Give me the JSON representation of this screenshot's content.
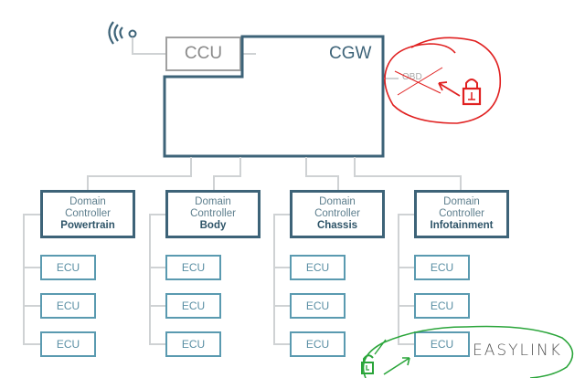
{
  "diagram": {
    "wireless_icon": "wifi-antenna-icon",
    "ccu": {
      "label": "CCU"
    },
    "cgw": {
      "label": "CGW"
    },
    "obd": {
      "label": "OBD",
      "status": "crossed-out"
    },
    "domain_controllers": [
      {
        "line1": "Domain",
        "line2": "Controller",
        "name": "Powertrain",
        "ecus": [
          "ECU",
          "ECU",
          "ECU"
        ]
      },
      {
        "line1": "Domain",
        "line2": "Controller",
        "name": "Body",
        "ecus": [
          "ECU",
          "ECU",
          "ECU"
        ]
      },
      {
        "line1": "Domain",
        "line2": "Controller",
        "name": "Chassis",
        "ecus": [
          "ECU",
          "ECU",
          "ECU"
        ]
      },
      {
        "line1": "Domain",
        "line2": "Controller",
        "name": "Infotainment",
        "ecus": [
          "ECU",
          "ECU",
          "ECU"
        ]
      }
    ],
    "annotations": {
      "red": {
        "icon": "locked-padlock-icon",
        "color": "#e02020",
        "target": "OBD"
      },
      "green": {
        "icon": "unlocked-padlock-icon",
        "color": "#2aa53a",
        "label": "EASYLINK",
        "target": "Infotainment ECU 3"
      }
    }
  }
}
